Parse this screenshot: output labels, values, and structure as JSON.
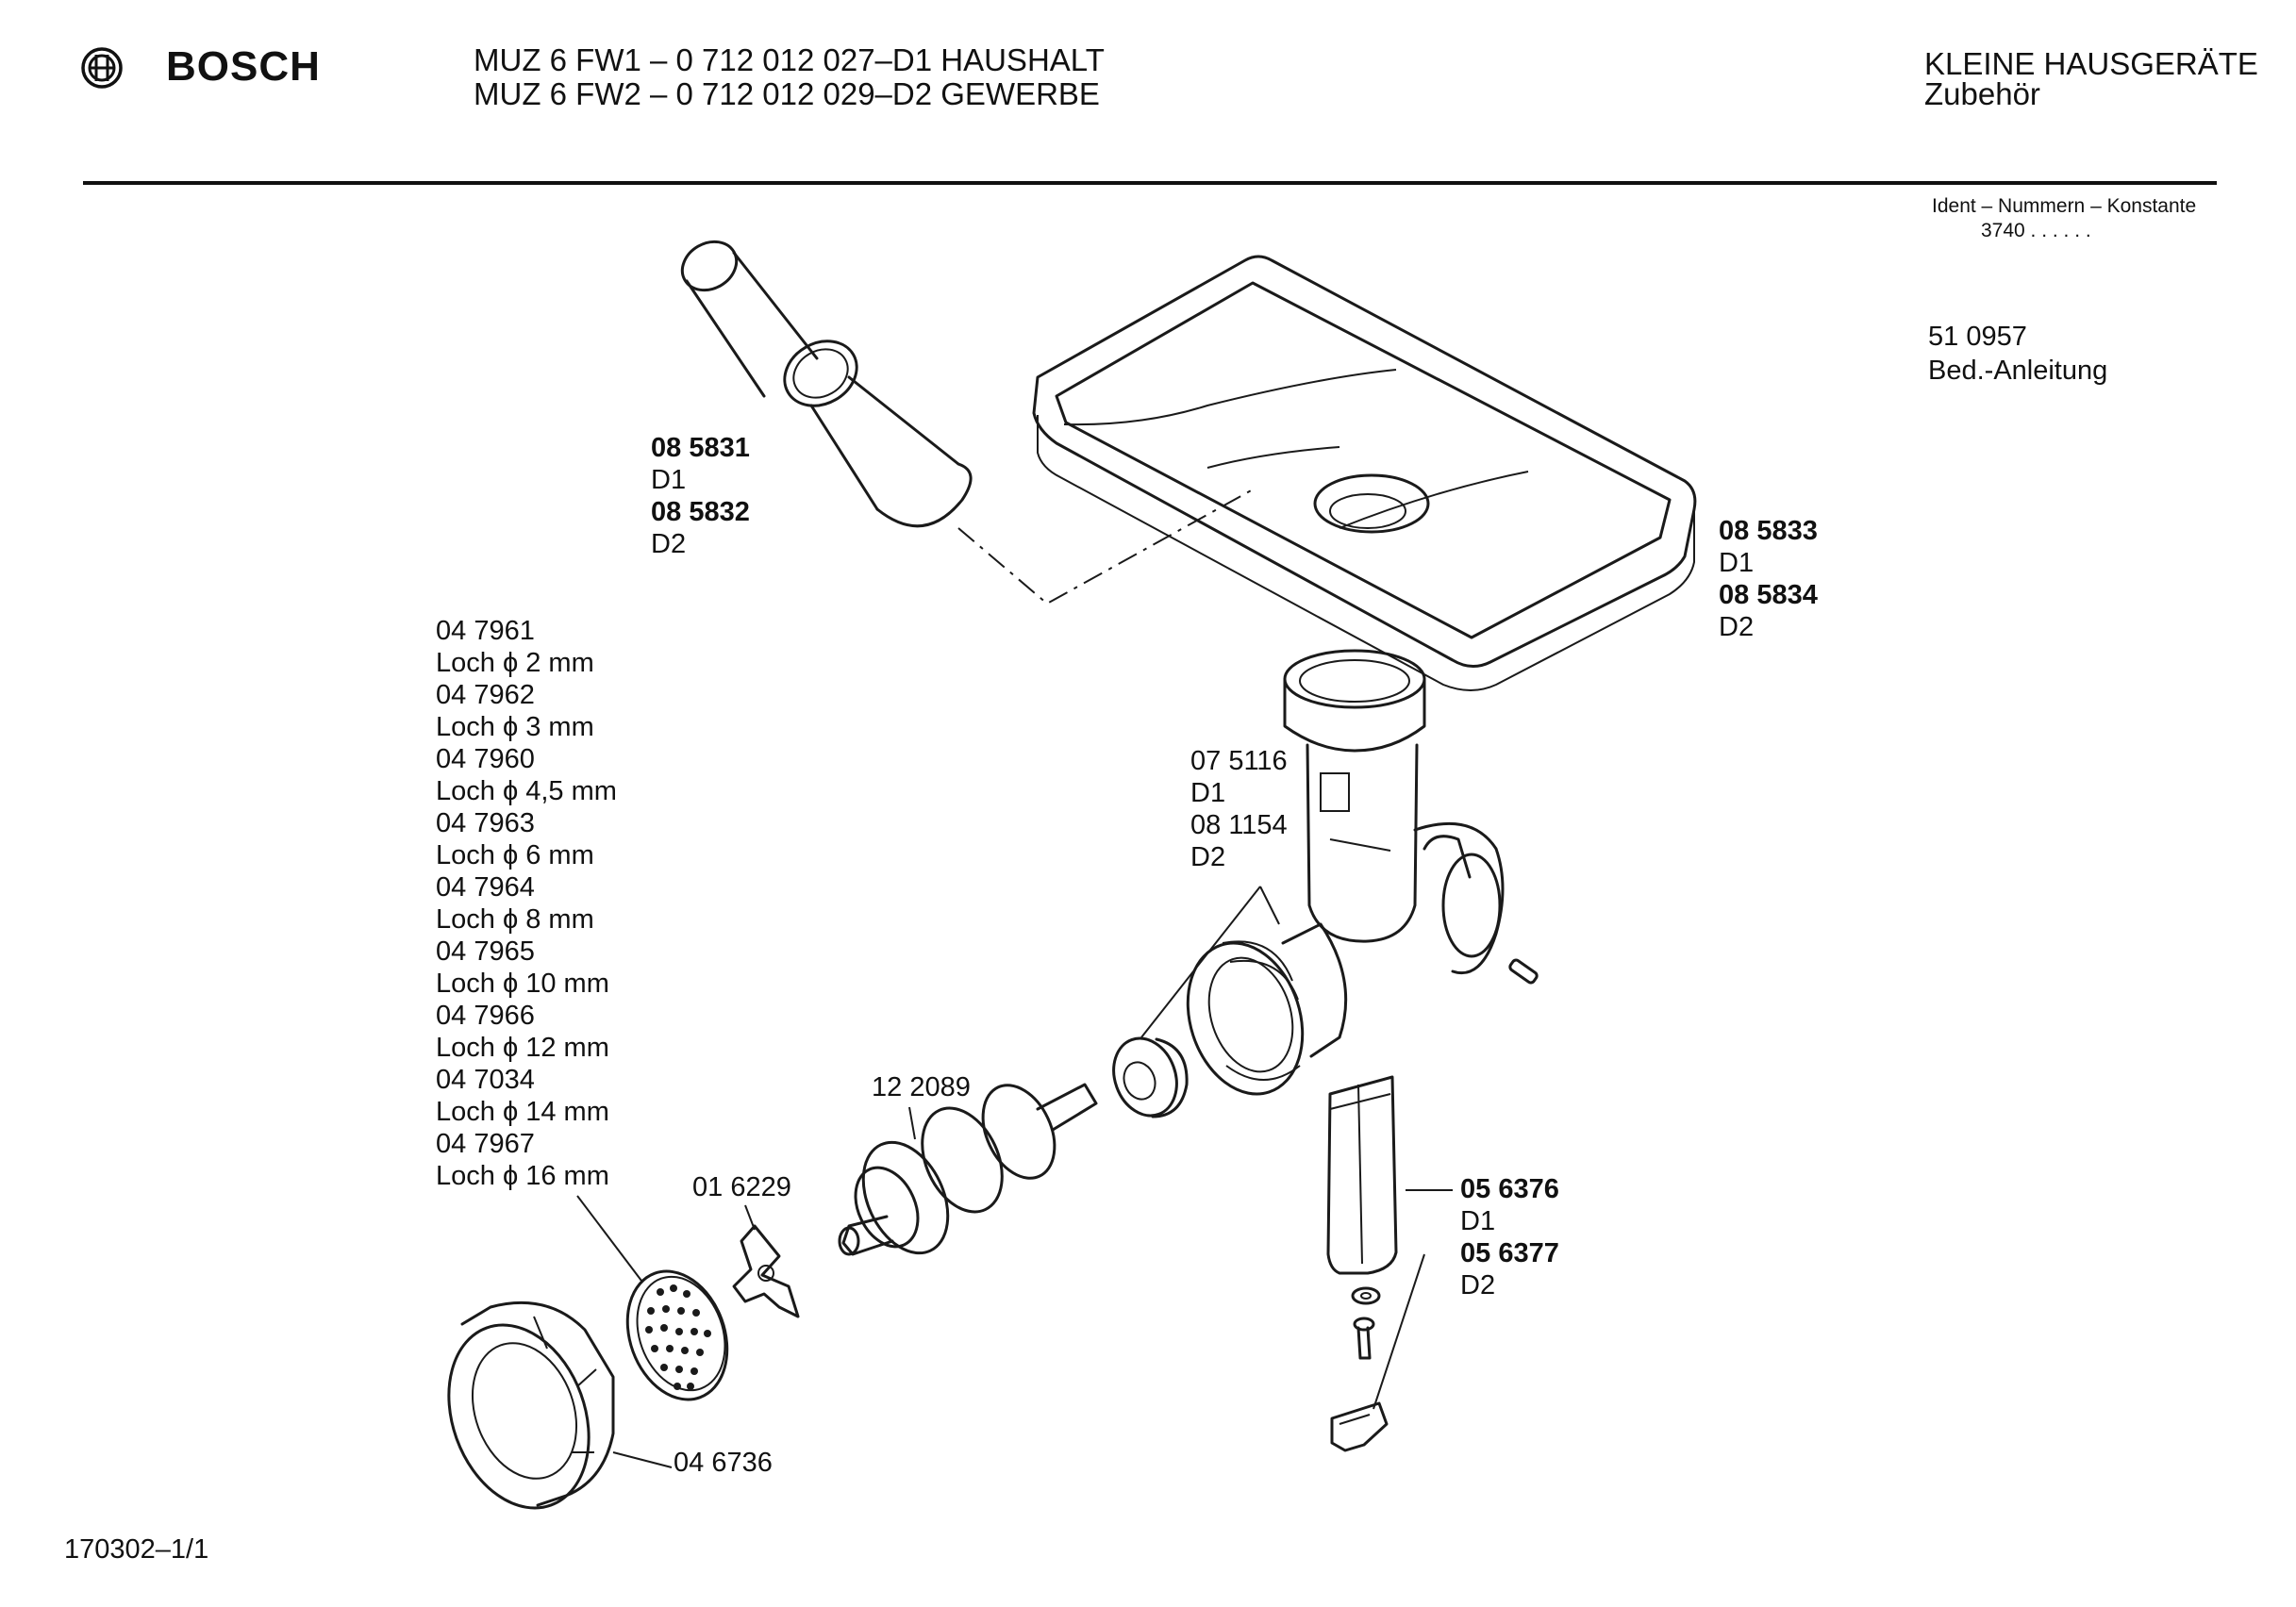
{
  "header": {
    "brand": "BOSCH",
    "model_line_1": "MUZ 6 FW1 – 0 712 012 027–D1 HAUSHALT",
    "model_line_2": "MUZ 6 FW2 – 0 712 012 029–D2 GEWERBE",
    "category": "KLEINE HAUSGERÄTE",
    "subcategory": "Zubehör"
  },
  "ident": {
    "title": "Ident – Nummern – Konstante",
    "value": "3740 . . . . . ."
  },
  "manual": {
    "number": "51 0957",
    "label": "Bed.-Anleitung"
  },
  "parts": {
    "pusher": [
      "08 5831",
      "D1",
      "08 5832",
      "D2"
    ],
    "tray": [
      "08 5833",
      "D1",
      "08 5834",
      "D2"
    ],
    "housing": [
      "07 5116",
      "D1",
      "08 1154",
      "D2"
    ],
    "discs": [
      "04 7961",
      "Loch ϕ 2 mm",
      "04 7962",
      "Loch ϕ 3 mm",
      "04 7960",
      "Loch ϕ 4,5 mm",
      "04 7963",
      "Loch ϕ 6 mm",
      "04 7964",
      "Loch ϕ 8 mm",
      "04 7965",
      "Loch ϕ 10 mm",
      "04 7966",
      "Loch ϕ 12 mm",
      "04 7034",
      "Loch ϕ 14 mm",
      "04 7967",
      "Loch ϕ 16 mm"
    ],
    "worm": "12 2089",
    "knife": "01 6229",
    "ring_nut": "04 6736",
    "clamp": [
      "05 6376",
      "D1",
      "05 6377",
      "D2"
    ]
  },
  "footer": {
    "doc_id": "170302–1/1"
  }
}
